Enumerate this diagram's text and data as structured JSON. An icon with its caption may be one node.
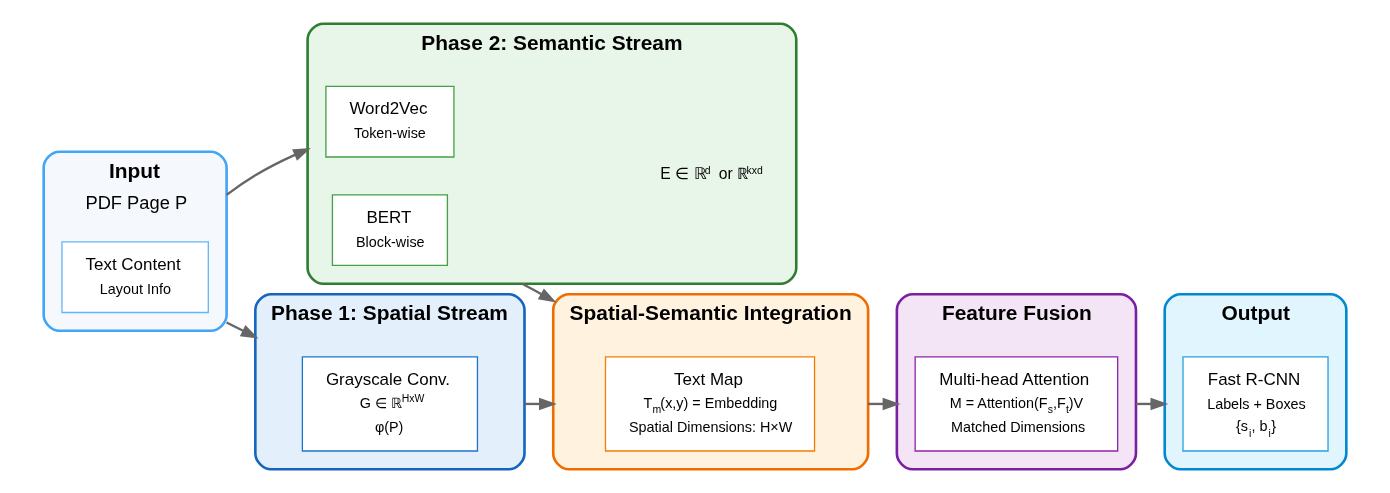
{
  "diagram": {
    "nodes": [
      {
        "text": [
          "Input",
          "PDF Page P"
        ]
      },
      {
        "text": [
          "Text Content",
          "Layout Info"
        ],
        "in": 0
      },
      {
        "text": [
          "Phase 1: Spatial Stream"
        ]
      },
      {
        "text": [
          "Grayscale Conv.",
          "G ∈ ℝ$^{HxW}$",
          "φ(P)"
        ],
        "in": 2
      },
      {
        "text": [
          "Phase 2: Semantic Stream",
          "E ∈ ℝ$^{d}$ or ℝ$^{kxd}$"
        ]
      },
      {
        "text": [
          "Word2Vec",
          "Token-wise"
        ],
        "in": 4
      },
      {
        "text": [
          "BERT",
          "Block-wise"
        ],
        "in": 4
      },
      {
        "text": [
          "Spatial-Semantic Integration"
        ]
      },
      {
        "text": [
          "Text Map",
          "T$_{m}$(x,y) = Embedding",
          "Spatial Dimensions: H×W"
        ],
        "in": 7
      },
      {
        "text": [
          "Feature Fusion"
        ]
      },
      {
        "text": [
          "Multi-head Attention",
          "M = Attention(F$_{s}$,F$_{t}$)V",
          "Matched Dimensions"
        ],
        "in": 9
      },
      {
        "text": [
          "Output"
        ]
      },
      {
        "text": [
          "Fast R-CNN",
          "Labels + Boxes",
          "{s$_{i}$, b$_{i}$}"
        ],
        "in": 11
      }
    ],
    "edges": [
      {
        "from": 0,
        "to": 2,
        "arrow": "to"
      },
      {
        "from": 0,
        "to": 4,
        "arrow": "to"
      },
      {
        "from": 2,
        "to": 7,
        "arrow": "to"
      },
      {
        "from": 4,
        "to": 7,
        "arrow": "to"
      },
      {
        "from": 7,
        "to": 9,
        "arrow": "to"
      },
      {
        "from": 9,
        "to": 11,
        "arrow": "to"
      }
    ]
  }
}
